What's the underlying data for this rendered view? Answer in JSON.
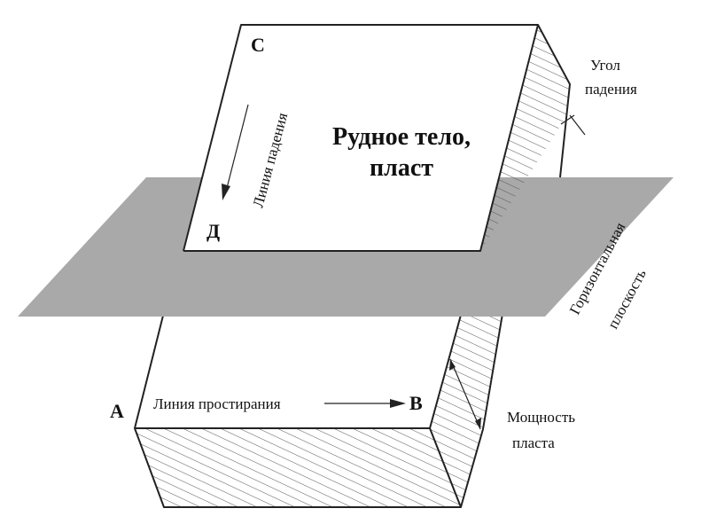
{
  "labels": {
    "body_line1": "Рудное тело,",
    "body_line2": "пласт",
    "point_c": "С",
    "point_d": "Д",
    "point_a": "А",
    "point_b": "В",
    "dip_line": "Линия падения",
    "strike_line": "Линия простирания",
    "dip_angle_line1": "Угол",
    "dip_angle_line2": "падения",
    "plane_line1": "Горизонтальная",
    "plane_line2": "плоскость",
    "thickness_line1": "Мощность",
    "thickness_line2": "пласта"
  },
  "colors": {
    "plane": "#a9a9a9",
    "stroke": "#222222",
    "hatch": "#555555",
    "background": "#ffffff"
  }
}
